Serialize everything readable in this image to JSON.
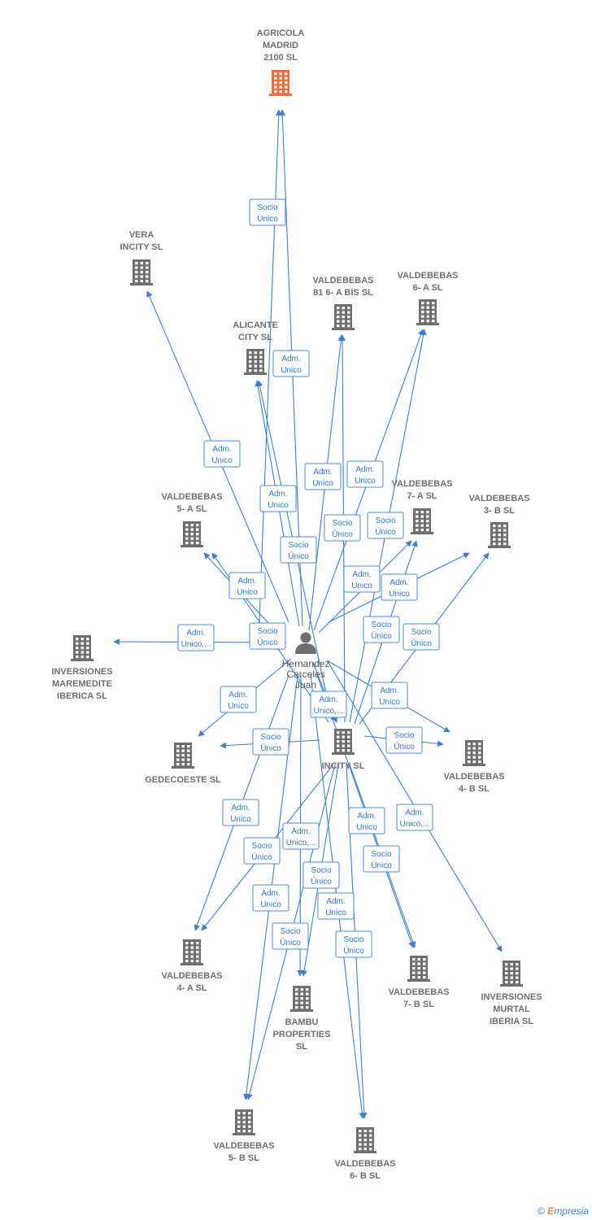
{
  "nodes": [
    {
      "id": "agricola",
      "lines": [
        "AGRICOLA",
        "MADRID",
        "2100  SL"
      ],
      "kind": "company-highlight"
    },
    {
      "id": "vera",
      "lines": [
        "VERA",
        "INCITY  SL"
      ],
      "kind": "company"
    },
    {
      "id": "v81",
      "lines": [
        "VALDEBEBAS",
        "81 6- A BIS  SL"
      ],
      "kind": "company"
    },
    {
      "id": "v6a",
      "lines": [
        "VALDEBEBAS",
        "6- A  SL"
      ],
      "kind": "company"
    },
    {
      "id": "alicante",
      "lines": [
        "ALICANTE",
        "CITY  SL"
      ],
      "kind": "company"
    },
    {
      "id": "v7a",
      "lines": [
        "VALDEBEBAS",
        "7- A  SL"
      ],
      "kind": "company"
    },
    {
      "id": "v3b",
      "lines": [
        "VALDEBEBAS",
        "3- B  SL"
      ],
      "kind": "company"
    },
    {
      "id": "v5a",
      "lines": [
        "VALDEBEBAS",
        "5- A  SL"
      ],
      "kind": "company"
    },
    {
      "id": "maremedite",
      "lines": [
        "INVERSIONES",
        "MAREMEDITE",
        "IBERICA  SL"
      ],
      "kind": "company"
    },
    {
      "id": "person",
      "lines": [
        "Hernandez",
        "Carceles",
        "Juan"
      ],
      "kind": "person"
    },
    {
      "id": "gedecoeste",
      "lines": [
        "GEDECOESTE SL"
      ],
      "kind": "company"
    },
    {
      "id": "incity",
      "lines": [
        "INCITY SL"
      ],
      "kind": "company"
    },
    {
      "id": "v4b",
      "lines": [
        "VALDEBEBAS",
        "4- B  SL"
      ],
      "kind": "company"
    },
    {
      "id": "v4a",
      "lines": [
        "VALDEBEBAS",
        "4- A  SL"
      ],
      "kind": "company"
    },
    {
      "id": "bambu",
      "lines": [
        "BAMBU",
        "PROPERTIES",
        "SL"
      ],
      "kind": "company"
    },
    {
      "id": "v7b",
      "lines": [
        "VALDEBEBAS",
        "7- B  SL"
      ],
      "kind": "company"
    },
    {
      "id": "murtal",
      "lines": [
        "INVERSIONES",
        "MURTAL",
        "IBERIA  SL"
      ],
      "kind": "company"
    },
    {
      "id": "v5b",
      "lines": [
        "VALDEBEBAS",
        "5- B  SL"
      ],
      "kind": "company"
    },
    {
      "id": "v6b",
      "lines": [
        "VALDEBEBAS",
        "6- B  SL"
      ],
      "kind": "company"
    }
  ],
  "edges": [
    {
      "from": "incity",
      "to": "agricola",
      "label": [
        "Socio",
        "Único"
      ]
    },
    {
      "from": "person",
      "to": "agricola",
      "label": [
        "Adm.",
        "Unico"
      ]
    },
    {
      "from": "person",
      "to": "vera",
      "label": [
        "Adm.",
        "Unico"
      ]
    },
    {
      "from": "person",
      "to": "alicante",
      "label": [
        "Adm.",
        "Unico"
      ]
    },
    {
      "from": "incity",
      "to": "alicante",
      "label": [
        "Socio",
        "Único"
      ]
    },
    {
      "from": "person",
      "to": "v81",
      "label": [
        "Adm.",
        "Unico"
      ]
    },
    {
      "from": "incity",
      "to": "v81",
      "label": [
        "Socio",
        "Único"
      ]
    },
    {
      "from": "person",
      "to": "v6a",
      "label": [
        "Adm.",
        "Unico"
      ]
    },
    {
      "from": "incity",
      "to": "v6a",
      "label": [
        "Socio",
        "Único"
      ]
    },
    {
      "from": "person",
      "to": "v7a",
      "label": [
        "Adm.",
        "Unico"
      ]
    },
    {
      "from": "incity",
      "to": "v7a",
      "label": [
        "Socio",
        "Único"
      ]
    },
    {
      "from": "person",
      "to": "v3b",
      "label": [
        "Adm.",
        "Unico"
      ]
    },
    {
      "from": "incity",
      "to": "v3b",
      "label": [
        "Socio",
        "Único"
      ]
    },
    {
      "from": "person",
      "to": "v5a",
      "label": [
        "Adm.",
        "Unico"
      ]
    },
    {
      "from": "incity",
      "to": "v5a",
      "label": [
        "Socio",
        "Único"
      ]
    },
    {
      "from": "person",
      "to": "maremedite",
      "label": [
        "Adm.",
        "Unico,..."
      ]
    },
    {
      "from": "person",
      "to": "gedecoeste",
      "label": [
        "Adm.",
        "Unico"
      ]
    },
    {
      "from": "incity",
      "to": "gedecoeste",
      "label": [
        "Socio",
        "Único"
      ]
    },
    {
      "from": "person",
      "to": "incity",
      "label": [
        "Adm.",
        "Unico,..."
      ]
    },
    {
      "from": "person",
      "to": "v4b",
      "label": [
        "Adm.",
        "Unico"
      ]
    },
    {
      "from": "incity",
      "to": "v4b",
      "label": [
        "Socio",
        "Único"
      ]
    },
    {
      "from": "person",
      "to": "v4a",
      "label": [
        "Adm.",
        "Unico"
      ]
    },
    {
      "from": "incity",
      "to": "v4a",
      "label": [
        "Socio",
        "Único"
      ]
    },
    {
      "from": "person",
      "to": "bambu",
      "label": [
        "Adm.",
        "Unico,..."
      ]
    },
    {
      "from": "incity",
      "to": "bambu",
      "label": [
        "Socio",
        "Único"
      ]
    },
    {
      "from": "person",
      "to": "v7b",
      "label": [
        "Adm.",
        "Unico"
      ]
    },
    {
      "from": "incity",
      "to": "v7b",
      "label": [
        "Socio",
        "Único"
      ]
    },
    {
      "from": "person",
      "to": "murtal",
      "label": [
        "Adm.",
        "Unico,..."
      ]
    },
    {
      "from": "person",
      "to": "v5b",
      "label": [
        "Adm.",
        "Unico"
      ]
    },
    {
      "from": "incity",
      "to": "v5b",
      "label": [
        "Socio",
        "Único"
      ]
    },
    {
      "from": "person",
      "to": "v6b",
      "label": [
        "Adm.",
        "Unico"
      ]
    },
    {
      "from": "incity",
      "to": "v6b",
      "label": [
        "Socio",
        "Único"
      ]
    }
  ],
  "colors": {
    "edge": "#3a80d6",
    "company": "#6f6f6f",
    "highlight": "#f26b3a",
    "person": "#6f6f6f"
  },
  "footer": {
    "copyright": "©",
    "brand_initial": "E",
    "brand_rest": "mpresia"
  }
}
